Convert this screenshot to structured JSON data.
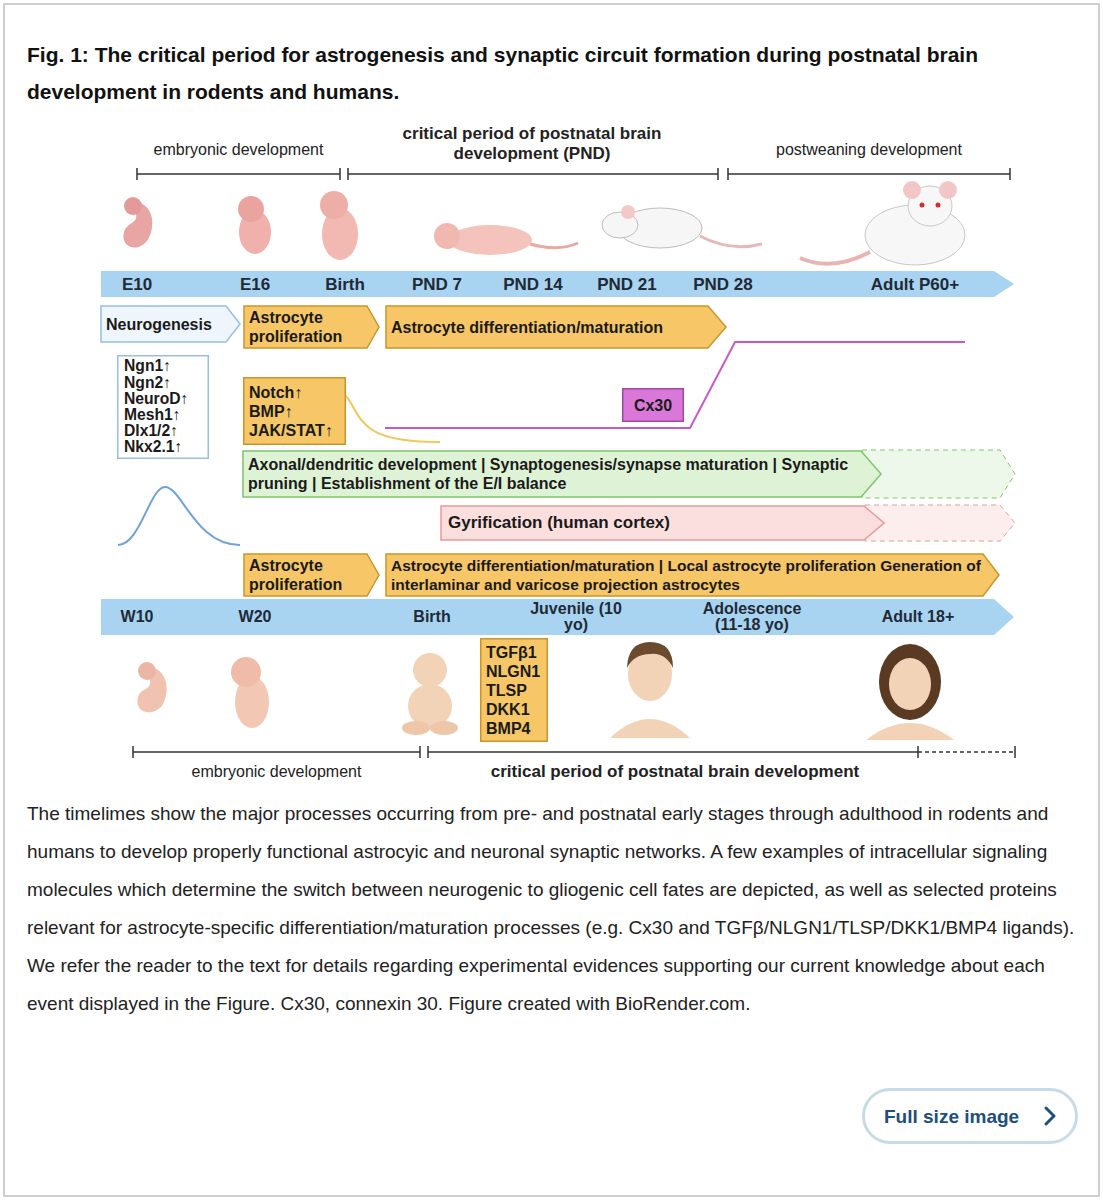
{
  "diagram": {
    "title": "Fig. 1: The critical period for astrogenesis and synaptic circuit formation during postnatal brain development in rodents and humans.",
    "caption": "The timelimes show the major processes occurring from pre- and postnatal early stages through adulthood in rodents and humans to develop properly functional astrocyic and neuronal synaptic networks. A few examples of intracellular signaling molecules which determine the switch between neurogenic to gliogenic cell fates are depicted, as well as selected proteins relevant for astrocyte-specific differentiation/maturation processes (e.g. Cx30 and TGFβ/NLGN1/TLSP/DKK1/BMP4 ligands). We refer the reader to the text for details regarding experimental evidences supporting our current knowledge about each event displayed in the Figure. Cx30, connexin 30. Figure created with BioRender.com.",
    "nodes": [
      {
        "text": [
          "E10",
          "E16",
          "Birth",
          "PND 7",
          "PND 14",
          "PND 21",
          "PND 28",
          "Adult P60+"
        ]
      },
      {
        "text": [
          "Neurogenesis"
        ]
      },
      {
        "text": [
          "Astrocyte proliferation"
        ]
      },
      {
        "text": [
          "Astrocyte differentiation/maturation"
        ]
      },
      {
        "text": [
          "Ngn1↑",
          "Ngn2↑",
          "NeuroD↑",
          "Mesh1↑",
          "Dlx1/2↑",
          "Nkx2.1↑"
        ]
      },
      {
        "text": [
          "Notch↑",
          "BMP↑",
          "JAK/STAT↑"
        ]
      },
      {
        "text": [
          "Cx30"
        ]
      },
      {
        "text": [
          "Axonal/dendritic development | Synaptogenesis/synapse maturation | Synaptic pruning | Establishment of the E/I balance"
        ]
      },
      {
        "text": [
          "Gyrification (human cortex)"
        ]
      },
      {
        "text": [
          "Astrocyte proliferation"
        ]
      },
      {
        "text": [
          "Astrocyte differentiation/maturation | Local astrocyte proliferation Generation of interlaminar and varicose projection astrocytes"
        ]
      },
      {
        "text": [
          "W10",
          "W20",
          "Birth",
          "Juvenile (10 yo)",
          "Adolescence (11-18 yo)",
          "Adult 18+"
        ]
      },
      {
        "text": [
          "TGFβ1",
          "NLGN1",
          "TLSP",
          "DKK1",
          "BMP4"
        ]
      },
      {
        "text": [
          "Full size image"
        ]
      }
    ],
    "edges": [],
    "labels": [
      "embryonic development",
      "critical period of postnatal brain development (PND)",
      "postweaning development",
      "embryonic development",
      "critical period of postnatal brain development"
    ]
  }
}
